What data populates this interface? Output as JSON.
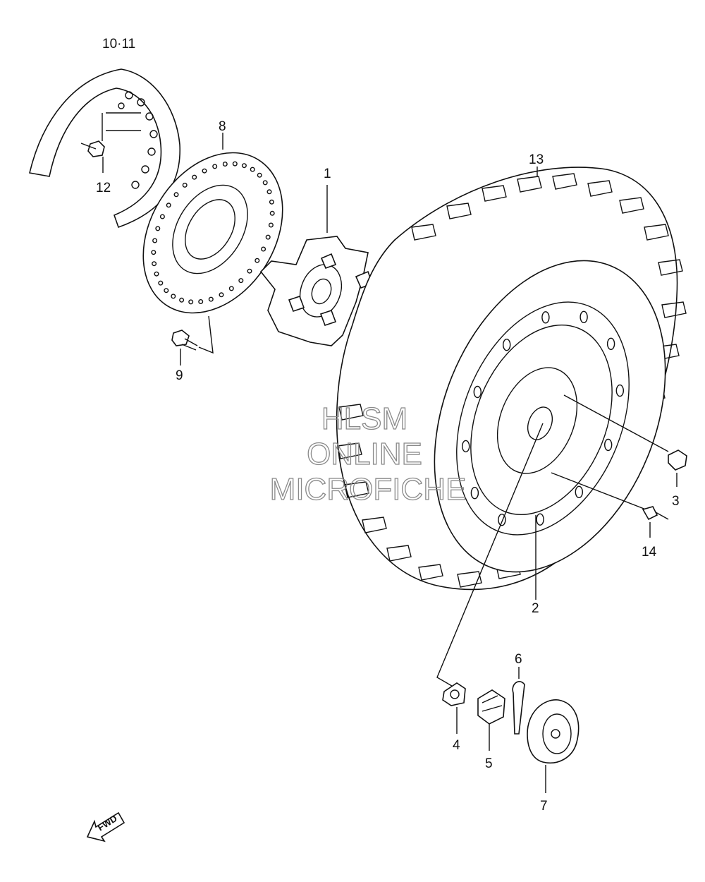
{
  "callouts": {
    "p10_11": "10·11",
    "p12": "12",
    "p8": "8",
    "p9": "9",
    "p1": "1",
    "p13": "13",
    "p3": "3",
    "p14": "14",
    "p2": "2",
    "p6": "6",
    "p4": "4",
    "p5": "5",
    "p7": "7"
  },
  "watermark": {
    "line1": "HLSM",
    "line2": "ONLINE",
    "line3": "MICROFICHE"
  },
  "direction_label": "FWD",
  "colors": {
    "line": "#111111",
    "watermark": "#8a8a8a",
    "background": "#ffffff"
  }
}
